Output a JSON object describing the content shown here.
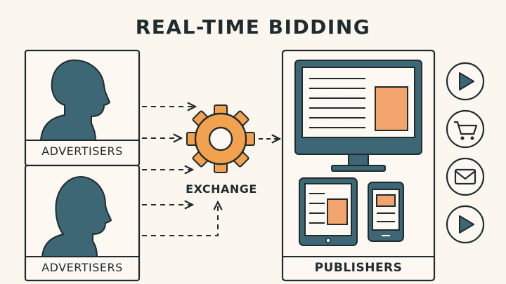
{
  "title": "REAL-TIME BIDDING",
  "advertisers": [
    {
      "label": "ADVERTISERS"
    },
    {
      "label": "ADVERTISERS"
    }
  ],
  "exchange": {
    "label": "EXCHANGE"
  },
  "publishers": {
    "label": "PUBLISHERS"
  },
  "side_icons": [
    "play-icon",
    "shopping-cart-icon",
    "mail-icon",
    "play-icon"
  ],
  "colors": {
    "background": "#fbf6ee",
    "ink": "#1f2b2f",
    "teal": "#3d6775",
    "orange": "#f2a24e",
    "salmon": "#f2a46c",
    "screen": "#fdf9f2"
  }
}
